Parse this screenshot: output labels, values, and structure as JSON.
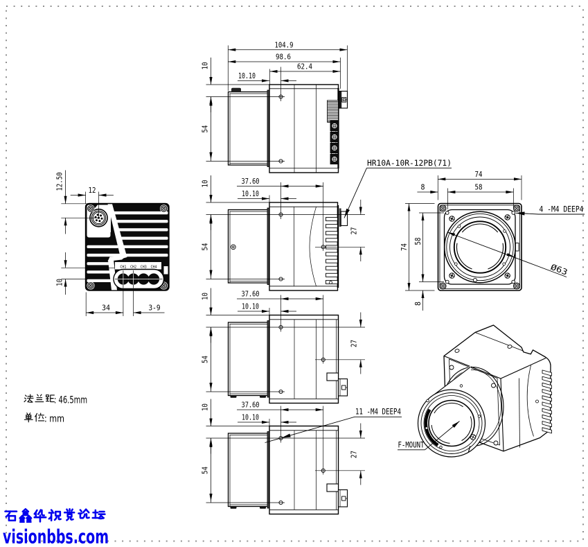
{
  "drawing": {
    "type": "industrial camera mechanical drawing",
    "views": [
      "top-side-view",
      "right-side-view",
      "left-side-view",
      "bottom-side-view",
      "rear-view",
      "front-view",
      "isometric-view"
    ]
  },
  "labels": {
    "connector": "HR10A-10R-12PB(71)",
    "front_mount_holes": "4 -M4 DEEP4",
    "side_mount_holes": "11 -M4 DEEP4",
    "f_mount": "F-MOUNT",
    "lens_diameter": "Ø63"
  },
  "dims": {
    "top_view": {
      "total_length": "104.9",
      "body_length": "98.6",
      "rear_length": "62.4",
      "hole_offset": "10.10",
      "top_edge_to_hole": "10",
      "hole_spacing": "54"
    },
    "side_view": {
      "hole_span": "37.60",
      "hole_offset": "10.10",
      "top_edge_to_hole": "10",
      "hole_spacing": "54",
      "rear_hole_offset": "27"
    },
    "front_view": {
      "width": "74",
      "height": "74",
      "hole_grid_width": "58",
      "hole_grid_height": "58",
      "edge_to_hole_x": "8",
      "edge_to_hole_y": "8"
    },
    "rear_view": {
      "connector_y": "12.50",
      "connector_x": "12",
      "io_y": "10",
      "io_x": "34",
      "io_pitch": "3-9"
    },
    "channels": [
      "CH1",
      "CH2",
      "CH3",
      "CH4"
    ]
  },
  "notes": {
    "flange_distance": "法兰距: 46.5mm",
    "flange_value": ": 46.5mm",
    "unit": "单位: mm",
    "unit_value": ": mm"
  },
  "footer": {
    "forum_name": "石鑫华视觉论坛",
    "site": "visionbbs.com"
  },
  "colors": {
    "line": "#000000",
    "background": "#ffffff",
    "border_dots": "#8f8f8f",
    "watermark_blue": "#0000ed"
  }
}
